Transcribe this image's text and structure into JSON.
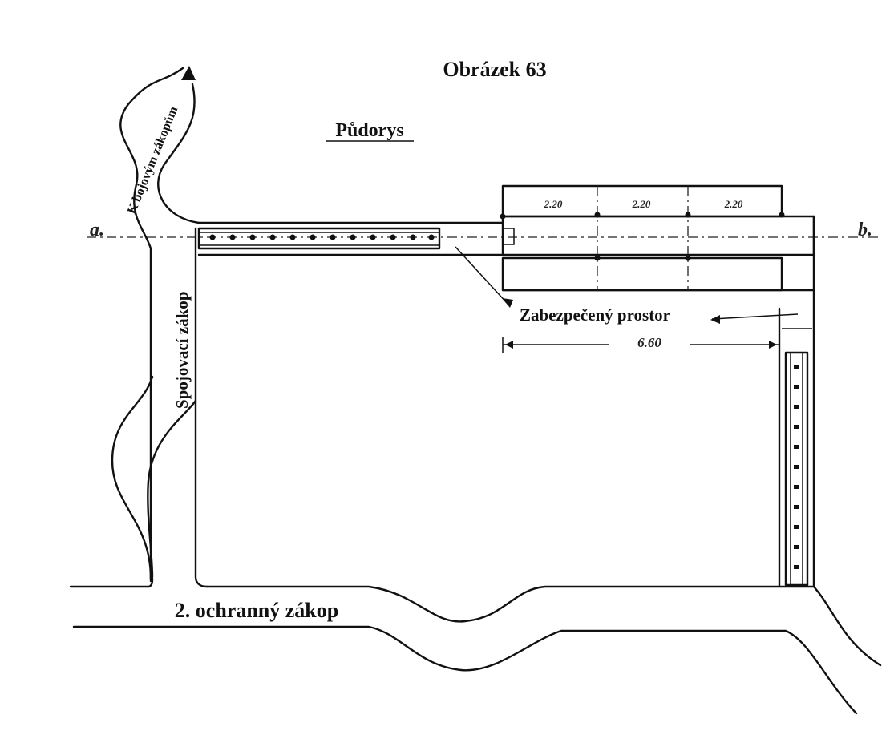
{
  "figure": {
    "title": "Obrázek 63",
    "subtitle": "Půdorys"
  },
  "labels": {
    "battle_trenches": "K bojovým zákopům",
    "connecting_trench": "Spojovací zákop",
    "protective_trench": "2. ochranný zákop",
    "secured_space": "Zabezpečený prostor"
  },
  "section_line": {
    "start": "a.",
    "end": "b."
  },
  "dimensions": {
    "segments": [
      "2.20",
      "2.20",
      "2.20"
    ],
    "total": "6.60"
  }
}
